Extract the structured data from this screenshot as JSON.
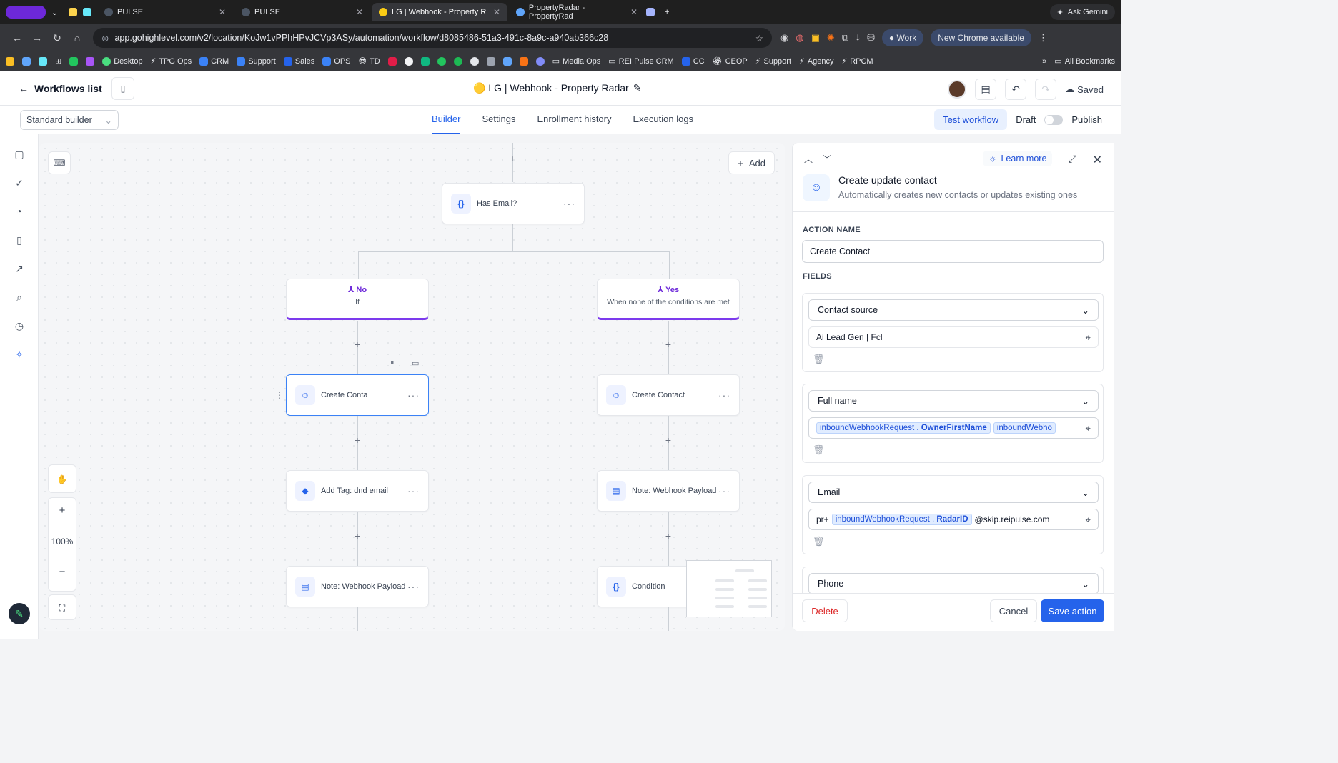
{
  "browser": {
    "tabs": [
      {
        "label": "PULSE",
        "active": false
      },
      {
        "label": "PULSE",
        "active": false
      },
      {
        "label": "LG | Webhook - Property R",
        "active": true
      },
      {
        "label": "PropertyRadar - PropertyRad",
        "active": false
      }
    ],
    "ask_gemini": "Ask Gemini",
    "url": "app.gohighlevel.com/v2/location/KoJw1vPPhHPvJCVp3ASy/automation/workflow/d8085486-51a3-491c-8a9c-a940ab366c28",
    "profile": "Work",
    "update_pill": "New Chrome available",
    "bookmarks": [
      "Desktop",
      "TPG Ops",
      "CRM",
      "Support",
      "Sales",
      "OPS",
      "TD",
      "Media Ops",
      "REI Pulse CRM",
      "CC",
      "CEOP",
      "Support",
      "Agency",
      "RPCM"
    ],
    "all_bookmarks": "All Bookmarks"
  },
  "header": {
    "back_label": "Workflows list",
    "title": "🟡 LG | Webhook - Property Radar",
    "saved_label": "Saved"
  },
  "subheader": {
    "builder_mode": "Standard builder",
    "tabs": [
      "Builder",
      "Settings",
      "Enrollment history",
      "Execution logs"
    ],
    "test_label": "Test workflow",
    "draft_label": "Draft",
    "publish_label": "Publish"
  },
  "canvas": {
    "add_label": "Add",
    "zoom": "100%",
    "nodes": {
      "has_email": "Has Email?",
      "branch_no_title": "No",
      "branch_no_sub": "If",
      "branch_yes_title": "Yes",
      "branch_yes_sub": "When none of the conditions are met",
      "left_create": "Create Conta",
      "right_create": "Create Contact",
      "left_tag": "Add Tag: dnd email",
      "right_note": "Note: Webhook Payload",
      "left_note": "Note: Webhook Payload",
      "right_condition": "Condition"
    }
  },
  "panel": {
    "learn_more": "Learn more",
    "title": "Create update contact",
    "subtitle": "Automatically creates new contacts or updates existing ones",
    "action_name_label": "ACTION NAME",
    "action_name_value": "Create Contact",
    "fields_label": "FIELDS",
    "fields": [
      {
        "select": "Contact source",
        "value_text": "Ai Lead Gen | Fcl"
      },
      {
        "select": "Full name",
        "chip1_prefix": "inboundWebhookRequest",
        "chip1_key": "OwnerFirstName",
        "chip2_prefix": "inboundWebho"
      },
      {
        "select": "Email",
        "pre": "pr+",
        "chip_prefix": "inboundWebhookRequest",
        "chip_key": "RadarID",
        "post": "@skip.reipulse.com"
      },
      {
        "select": "Phone"
      }
    ],
    "delete_label": "Delete",
    "cancel_label": "Cancel",
    "save_label": "Save action"
  },
  "colors": {
    "accent": "#2563eb",
    "branch": "#7c3aed",
    "danger": "#dc2626"
  }
}
